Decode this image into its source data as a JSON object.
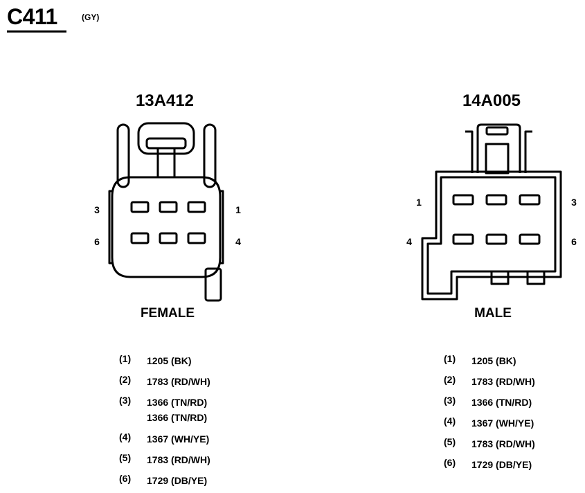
{
  "header": {
    "connector_id": "C411",
    "color_code": "(GY)"
  },
  "left": {
    "part_number": "13A412",
    "gender": "FEMALE",
    "pin_labels": {
      "top_left": "3",
      "bottom_left": "6",
      "top_right": "1",
      "bottom_right": "4"
    },
    "wires": [
      {
        "pin": "(1)",
        "values": [
          "1205 (BK)"
        ]
      },
      {
        "pin": "(2)",
        "values": [
          "1783 (RD/WH)"
        ]
      },
      {
        "pin": "(3)",
        "values": [
          "1366 (TN/RD)",
          "1366 (TN/RD)"
        ]
      },
      {
        "pin": "(4)",
        "values": [
          "1367 (WH/YE)"
        ]
      },
      {
        "pin": "(5)",
        "values": [
          "1783 (RD/WH)"
        ]
      },
      {
        "pin": "(6)",
        "values": [
          "1729 (DB/YE)"
        ]
      }
    ]
  },
  "right": {
    "part_number": "14A005",
    "gender": "MALE",
    "pin_labels": {
      "top_left": "1",
      "bottom_left": "4",
      "top_right": "3",
      "bottom_right": "6"
    },
    "wires": [
      {
        "pin": "(1)",
        "values": [
          "1205 (BK)"
        ]
      },
      {
        "pin": "(2)",
        "values": [
          "1783 (RD/WH)"
        ]
      },
      {
        "pin": "(3)",
        "values": [
          "1366 (TN/RD)"
        ]
      },
      {
        "pin": "(4)",
        "values": [
          "1367 (WH/YE)"
        ]
      },
      {
        "pin": "(5)",
        "values": [
          "1783 (RD/WH)"
        ]
      },
      {
        "pin": "(6)",
        "values": [
          "1729 (DB/YE)"
        ]
      }
    ]
  }
}
